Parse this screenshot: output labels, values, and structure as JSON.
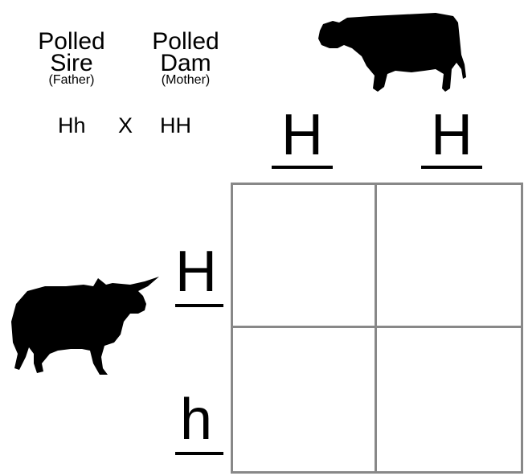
{
  "sire": {
    "trait": "Polled",
    "role": "Sire",
    "relation": "(Father)",
    "genotype": "Hh"
  },
  "dam": {
    "trait": "Polled",
    "role": "Dam",
    "relation": "(Mother)",
    "genotype": "HH"
  },
  "cross_symbol": "X",
  "dam_alleles": [
    "H",
    "H"
  ],
  "sire_alleles": [
    "H",
    "h"
  ],
  "punnett_cells": [
    "",
    "",
    "",
    ""
  ],
  "icons": [
    "cow-icon",
    "bull-icon"
  ],
  "colors": {
    "grid_line": "#888888",
    "ink": "#000000"
  }
}
